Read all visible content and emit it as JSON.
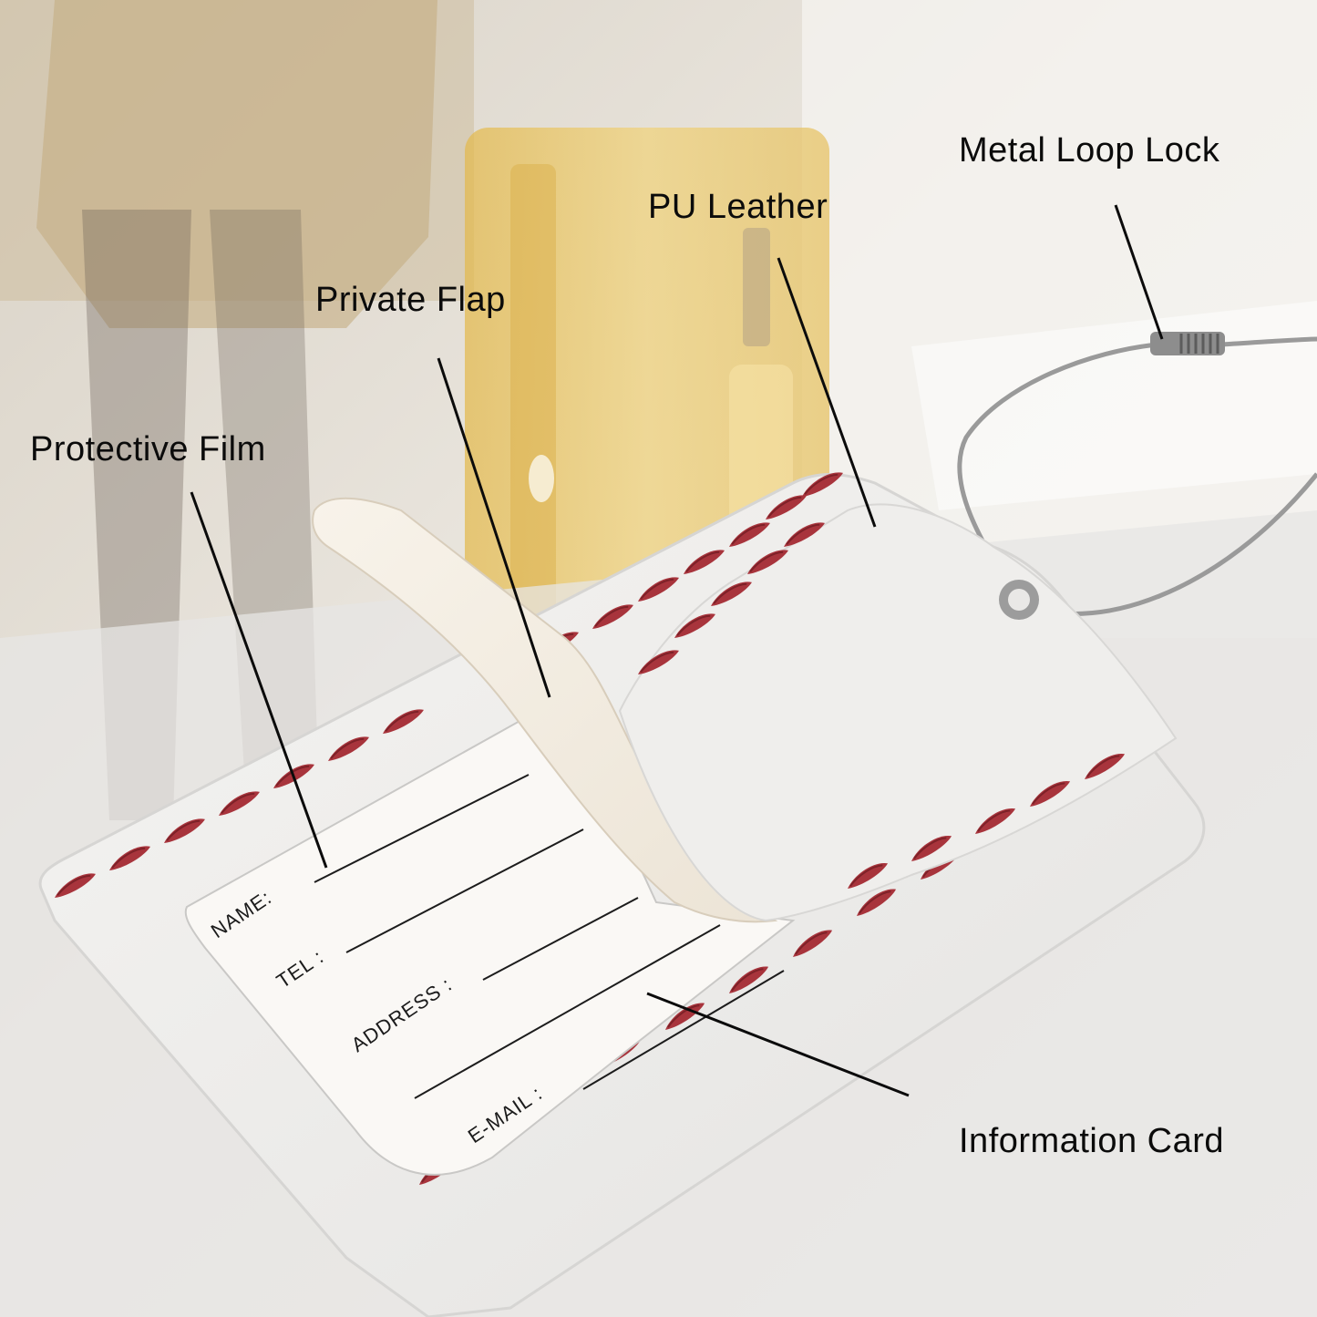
{
  "callouts": {
    "metal_loop_lock": "Metal Loop Lock",
    "pu_leather": "PU Leather",
    "private_flap": "Private Flap",
    "protective_film": "Protective Film",
    "information_card": "Information Card"
  },
  "card_fields": {
    "name": "NAME:",
    "tel": "TEL :",
    "address": "ADDRESS :",
    "email": "E-MAIL :"
  },
  "colors": {
    "stitch_red": "#a8343c",
    "leather_white": "#f3f2f0",
    "suitcase_yellow": "#e9c65e",
    "label_text": "#0b0b0b"
  }
}
